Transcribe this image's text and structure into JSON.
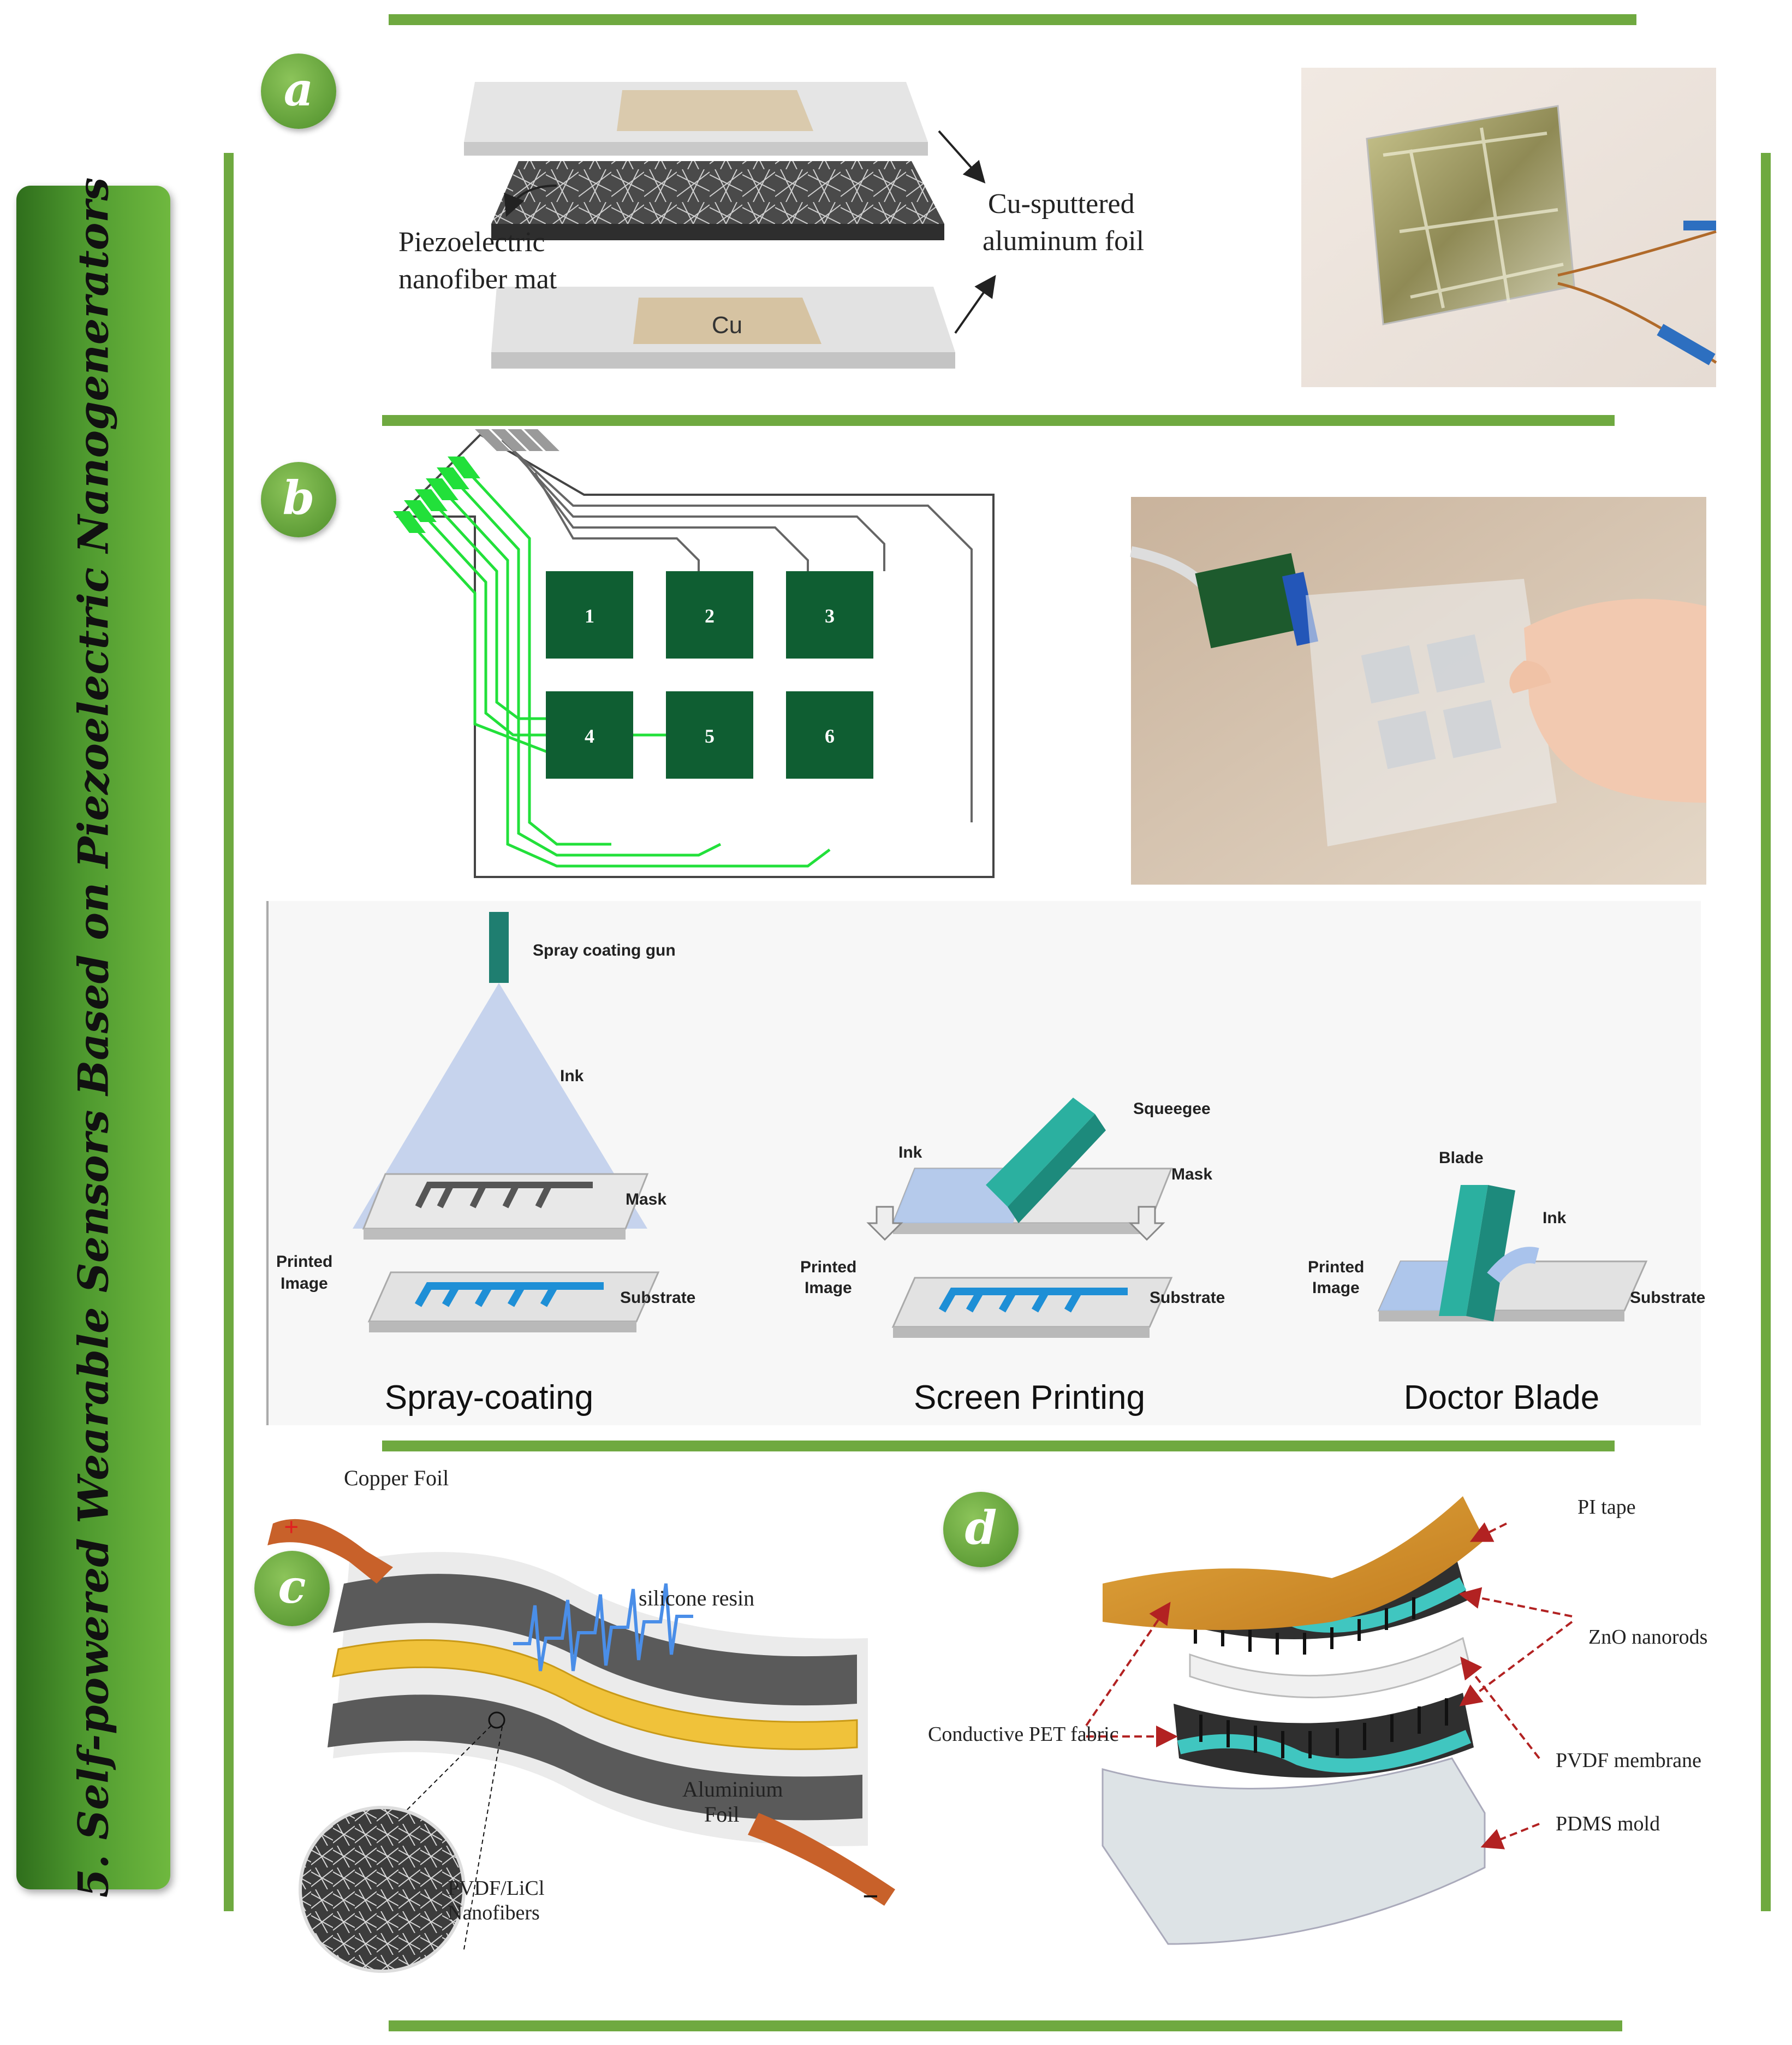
{
  "side_title": "5. Self-powered Wearable Sensors Based on Piezoelectric  Nanogenerators",
  "panels": {
    "a": {
      "label": "a",
      "piezo_label_line1": "Piezoelectric",
      "piezo_label_line2": "nanofiber mat",
      "cu_label_line1": "Cu-sputtered",
      "cu_label_line2": "aluminum foil",
      "cu_pad_text": "Cu"
    },
    "b": {
      "label": "b",
      "sensor_numbers": [
        "1",
        "2",
        "3",
        "4",
        "5",
        "6"
      ],
      "spray_gun_label": "Spray coating gun",
      "ink_label": "Ink",
      "mask_label": "Mask",
      "printed_image_line1": "Printed",
      "printed_image_line2": "Image",
      "substrate_label": "Substrate",
      "squeegee_label": "Squeegee",
      "blade_label": "Blade",
      "methods": [
        "Spray-coating",
        "Screen Printing",
        "Doctor Blade"
      ]
    },
    "c": {
      "label": "c",
      "copper_foil": "Copper Foil",
      "silicone_resin": "silicone resin",
      "aluminium_line1": "Aluminium",
      "aluminium_line2": "Foil",
      "nanofibers_line1": "PVDF/LiCl",
      "nanofibers_line2": "Nanofibers",
      "plus_sign": "+",
      "minus_sign": "−"
    },
    "d": {
      "label": "d",
      "pi_tape": "PI tape",
      "zno_nanorods": "ZnO nanorods",
      "conductive_pet": "Conductive PET fabric",
      "pvdf_membrane": "PVDF membrane",
      "pdms_mold": "PDMS mold"
    }
  },
  "colors": {
    "accent_green": "#6fa940",
    "sensor_green": "#0f5e32",
    "trace_green": "#22e03a",
    "ink_blue": "#1e8fd6",
    "copper": "#c8612a",
    "gold": "#f0c23a",
    "teal": "#40c6c0"
  }
}
